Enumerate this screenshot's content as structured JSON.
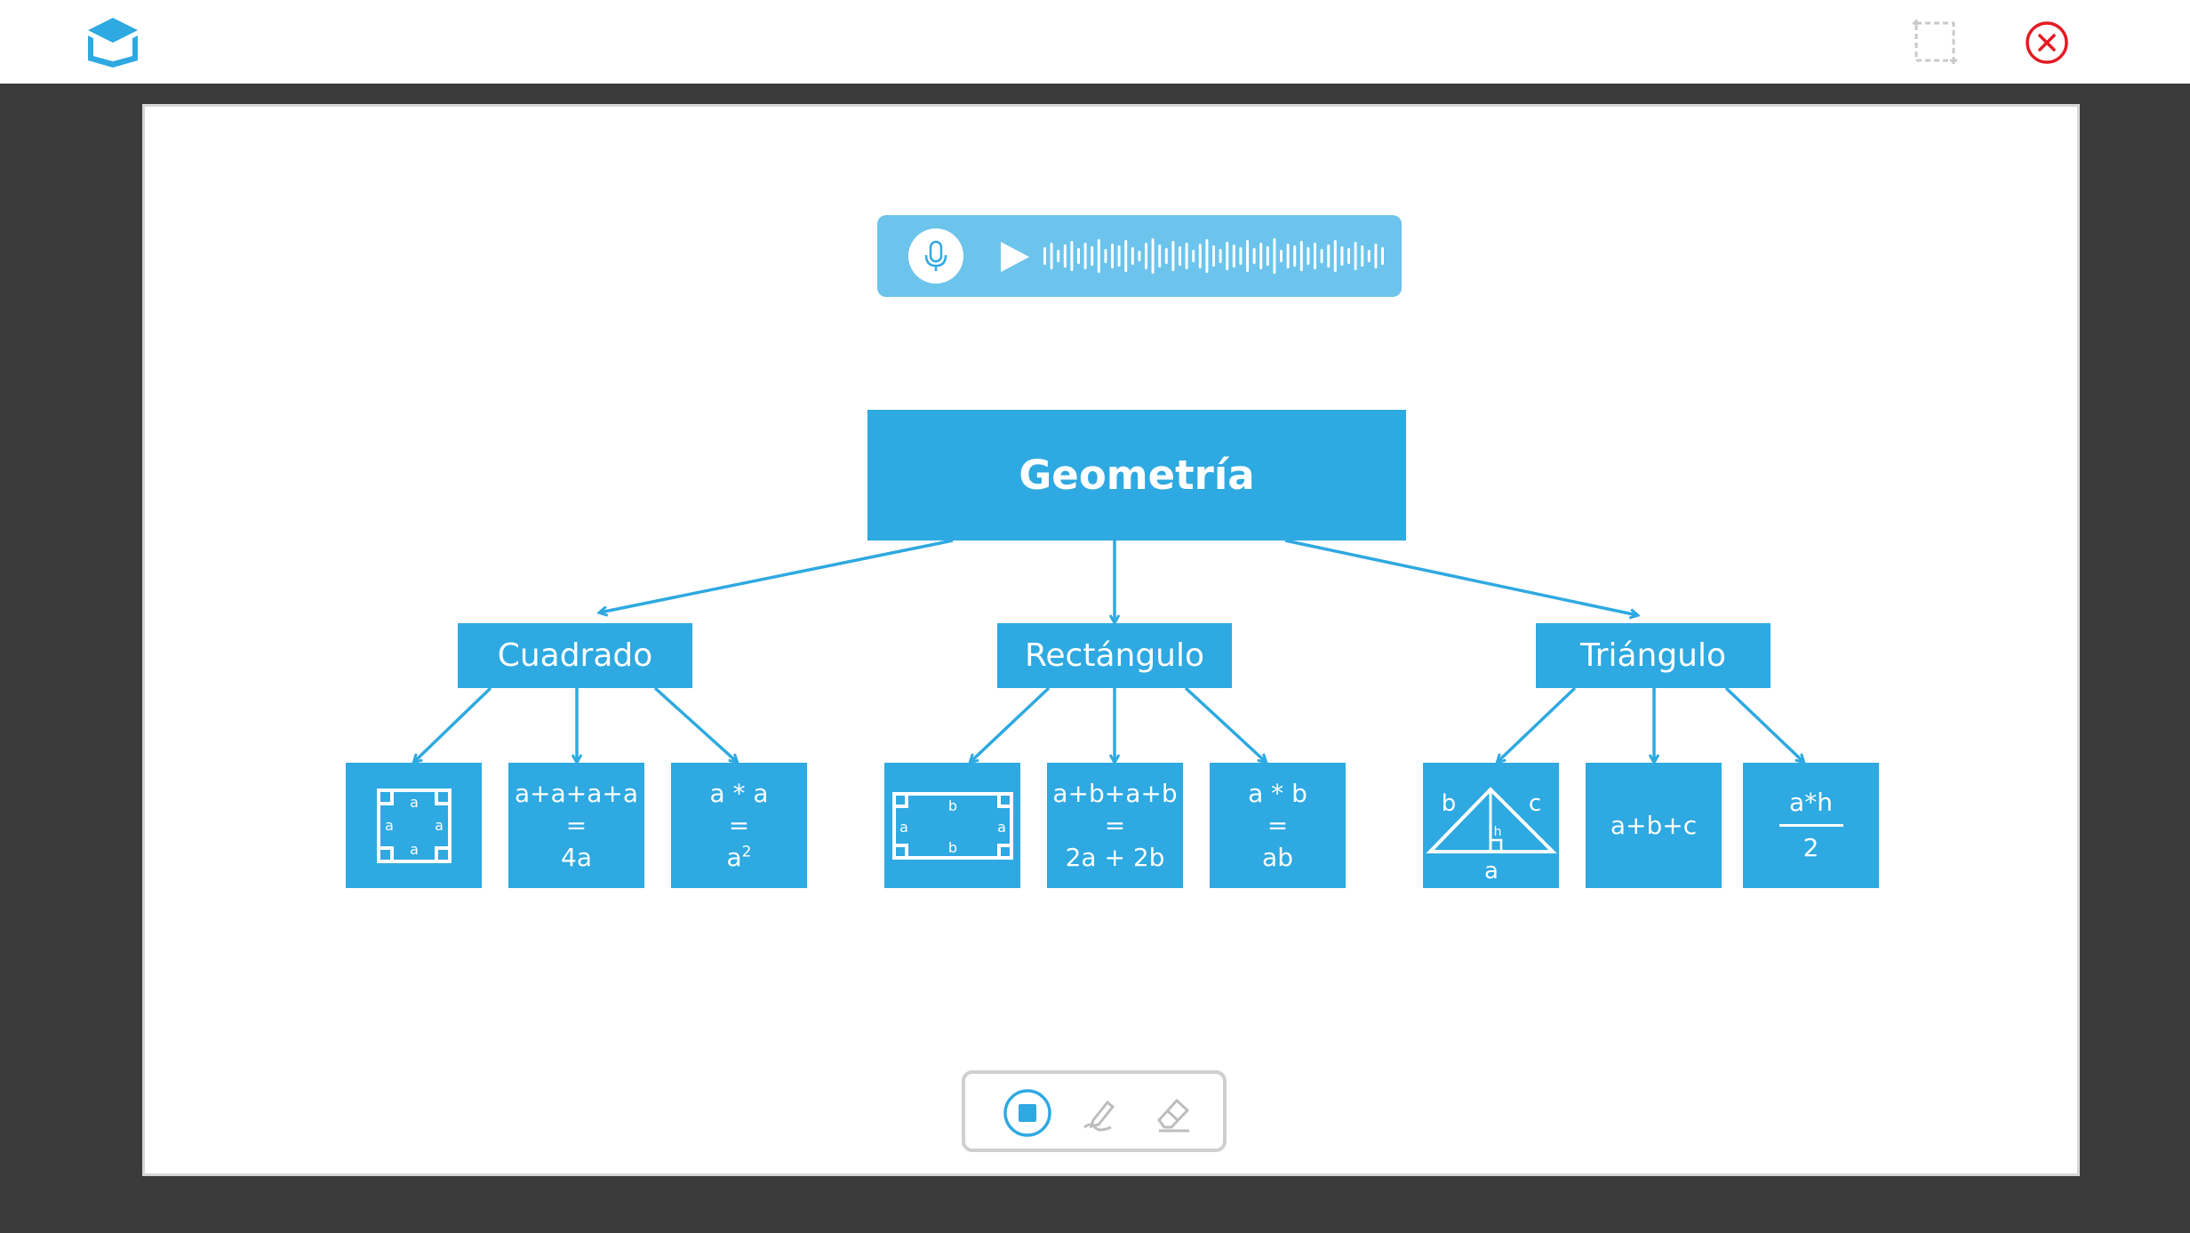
{
  "app": {
    "icons": {
      "logo": "graduation-cap-icon",
      "crop": "crop-icon",
      "close": "close-icon"
    },
    "colors": {
      "accent": "#2ea9e1",
      "audio_bar": "#6cc4ec",
      "close": "#e31b23",
      "background": "#3b3b3b"
    }
  },
  "audio": {
    "icons": {
      "mic": "microphone-icon",
      "play": "play-icon",
      "wave": "waveform"
    }
  },
  "diagram": {
    "root": "Geometría",
    "branches": [
      {
        "label": "Cuadrado",
        "leaves": [
          {
            "type": "figure",
            "figure": "square",
            "labels": [
              "a",
              "a",
              "a",
              "a"
            ]
          },
          {
            "type": "formula",
            "lines": [
              "a+a+a+a",
              "=",
              "4a"
            ]
          },
          {
            "type": "formula",
            "lines": [
              "a * a",
              "=",
              "a"
            ],
            "exponent": "2"
          }
        ]
      },
      {
        "label": "Rectángulo",
        "leaves": [
          {
            "type": "figure",
            "figure": "rectangle",
            "labels": [
              "b",
              "a",
              "a",
              "b"
            ]
          },
          {
            "type": "formula",
            "lines": [
              "a+b+a+b",
              "=",
              "2a + 2b"
            ]
          },
          {
            "type": "formula",
            "lines": [
              "a * b",
              "=",
              "ab"
            ]
          }
        ]
      },
      {
        "label": "Triángulo",
        "leaves": [
          {
            "type": "figure",
            "figure": "triangle",
            "labels": [
              "b",
              "c",
              "h",
              "a"
            ]
          },
          {
            "type": "formula",
            "lines": [
              "a+b+c"
            ]
          },
          {
            "type": "fraction",
            "numerator": "a*h",
            "denominator": "2"
          }
        ]
      }
    ]
  },
  "toolbar": {
    "tools": [
      {
        "name": "stop",
        "icon": "stop-icon",
        "active": true
      },
      {
        "name": "pen",
        "icon": "pen-icon",
        "active": false
      },
      {
        "name": "eraser",
        "icon": "eraser-icon",
        "active": false
      }
    ]
  }
}
